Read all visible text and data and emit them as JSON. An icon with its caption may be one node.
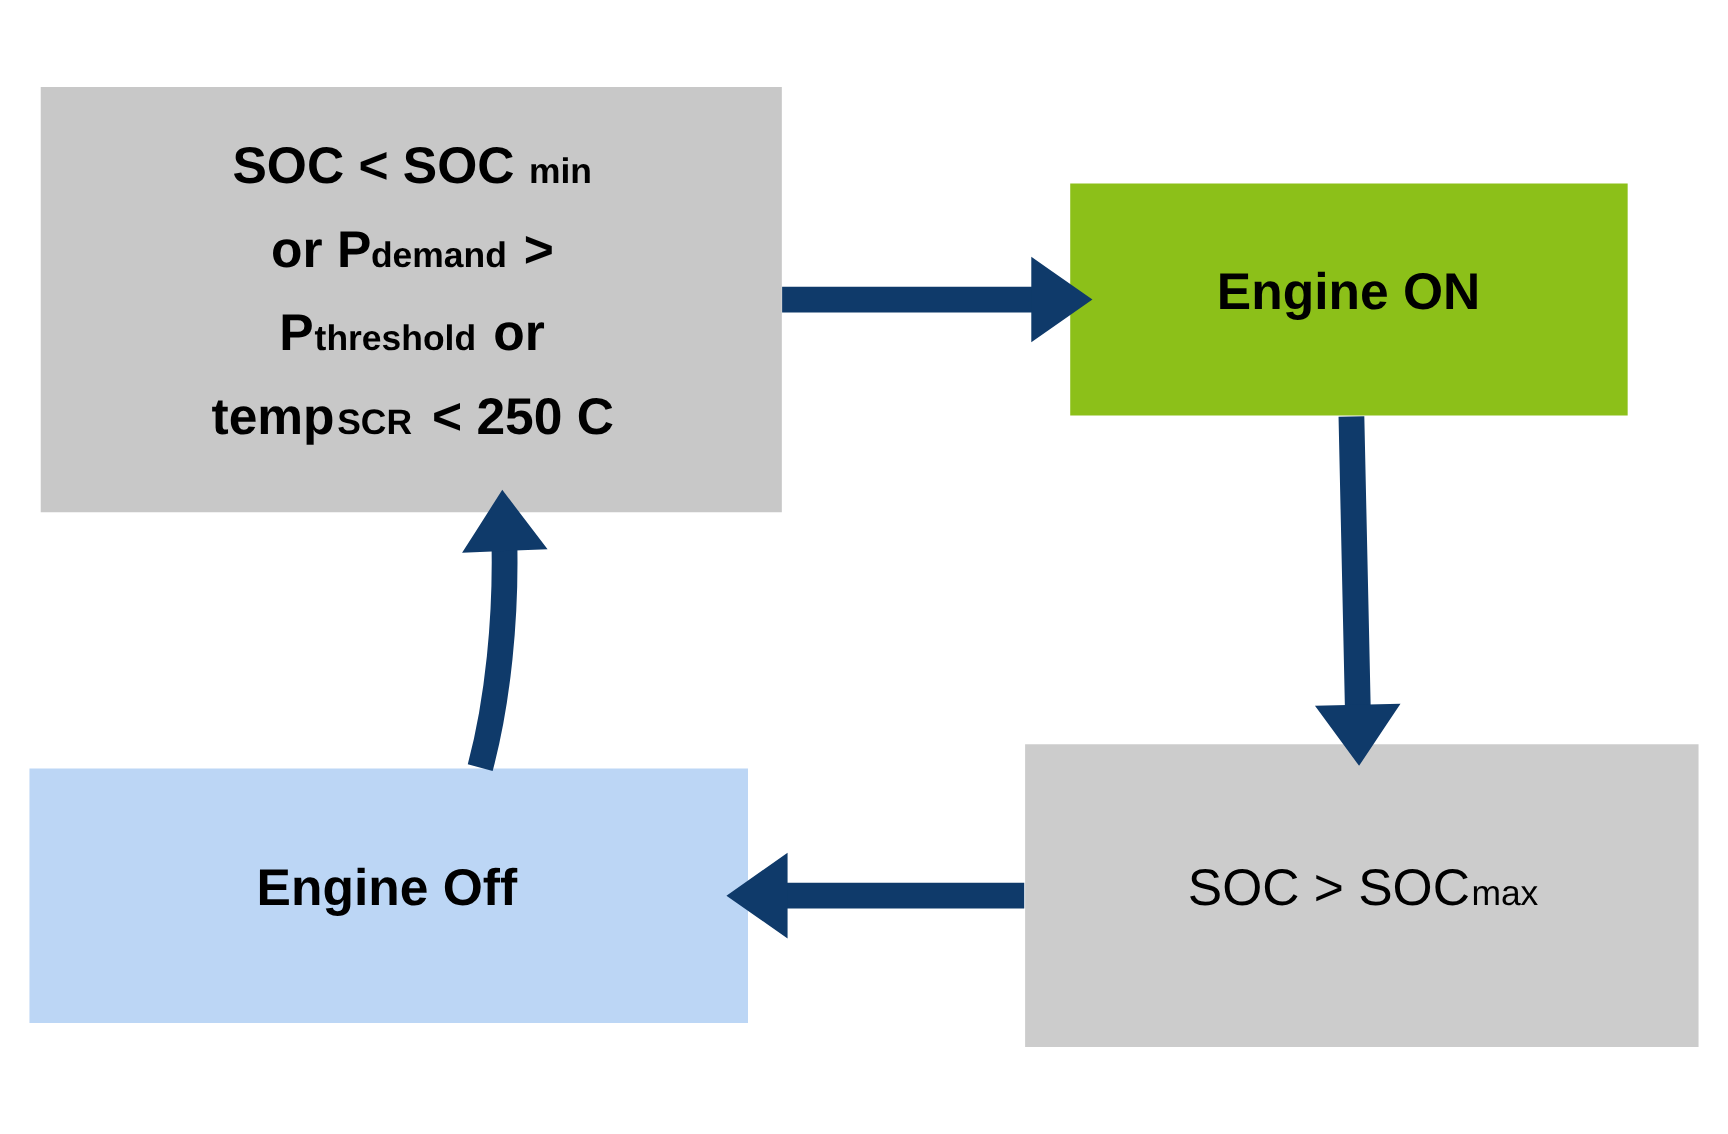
{
  "diagram": {
    "nodes": [
      {
        "text": [
          "SOC < SOC $_{min}$ or P$_{demand}$ > P$_{threshold}$ or temp$_{SCR}$ < 250 C"
        ]
      },
      {
        "text": [
          "Engine ON"
        ]
      },
      {
        "text": [
          "SOC > SOC$_{max}$"
        ]
      },
      {
        "text": [
          "Engine Off"
        ]
      }
    ],
    "edges": [
      {
        "from": 0,
        "to": 1,
        "arrow": "to"
      },
      {
        "from": 1,
        "to": 2,
        "arrow": "to"
      },
      {
        "from": 2,
        "to": 3,
        "arrow": "to"
      },
      {
        "from": 3,
        "to": 0,
        "arrow": "to"
      }
    ]
  }
}
